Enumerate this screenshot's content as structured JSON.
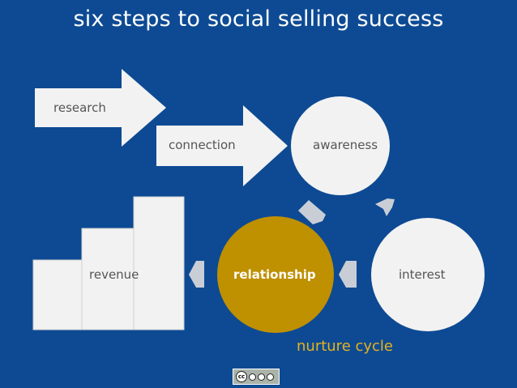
{
  "slide": {
    "title": "six steps to social selling success",
    "steps": {
      "research": "research",
      "connection": "connection",
      "awareness": "awareness",
      "interest": "interest",
      "relationship": "relationship",
      "revenue": "revenue"
    },
    "nurture_label": "nurture cycle",
    "colors": {
      "background": "#0d4a93",
      "shape_fill": "#f2f2f2",
      "relationship_fill": "#bf9000",
      "nurture_text": "#e6b21e",
      "small_arrow": "#c9ced6"
    },
    "license_badge": {
      "icon": "creative-commons-icon",
      "text": "cc"
    }
  }
}
